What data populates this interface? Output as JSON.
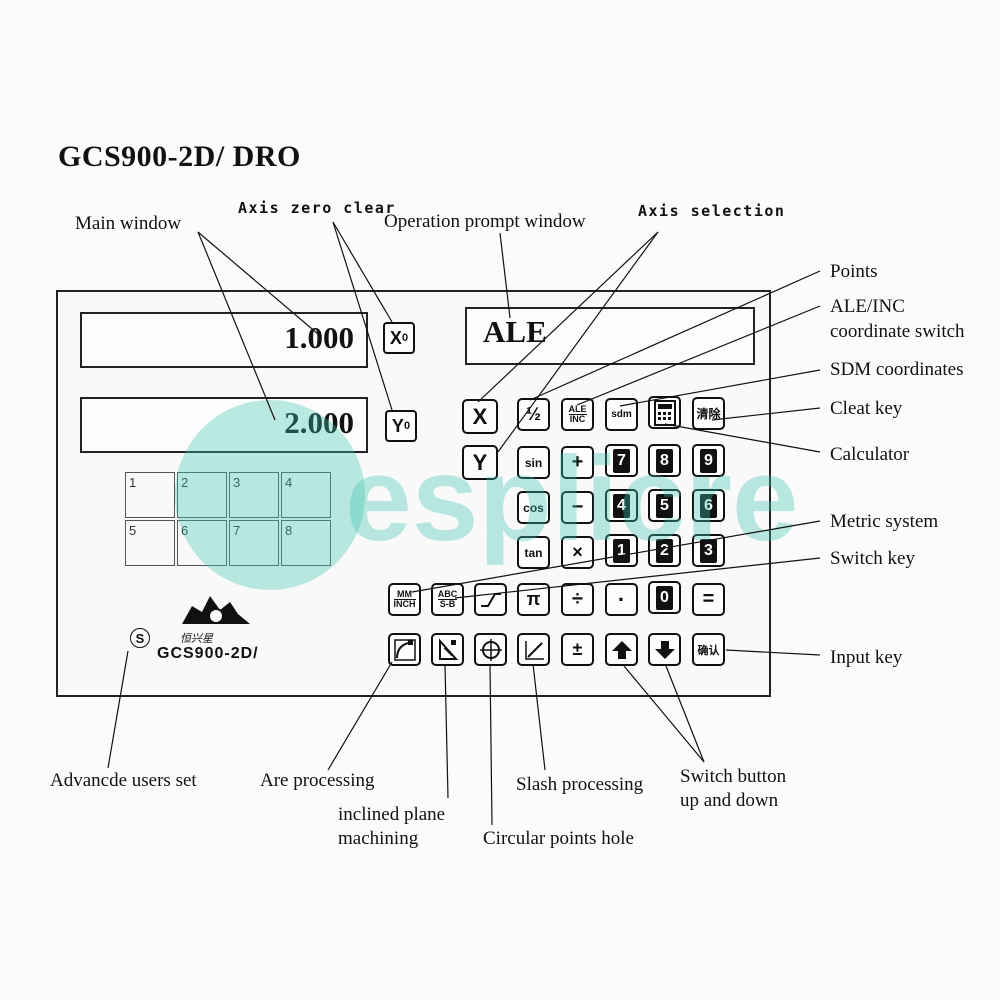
{
  "title": "GCS900-2D/ DRO",
  "callouts": {
    "main_window": "Main window",
    "axis_zero_clear": "Axis zero clear",
    "operation_prompt": "Operation prompt window",
    "axis_selection": "Axis selection",
    "points": "Points",
    "ale_inc_1": "ALE/INC",
    "ale_inc_2": "coordinate switch",
    "sdm": "SDM coordinates",
    "cleat": "Cleat key",
    "calculator": "Calculator",
    "metric": "Metric system",
    "switch_key": "Switch key",
    "input_key": "Input key",
    "advanced": "Advancde users set",
    "arc": "Are processing",
    "inclined_1": "inclined plane",
    "inclined_2": "machining",
    "circular": "Circular points hole",
    "slash": "Slash processing",
    "switch_btn_1": "Switch button",
    "switch_btn_2": "up and down"
  },
  "display": {
    "x_value": "1.000",
    "y_value": "2.000",
    "prompt": "ALE"
  },
  "zero_keys": {
    "x": "X",
    "x_sub": "0",
    "y": "Y",
    "y_sub": "0"
  },
  "axis_keys": {
    "x": "X",
    "y": "Y"
  },
  "keys": {
    "half": "½",
    "ale_inc_top": "ALE",
    "ale_inc_bottom": "INC",
    "sdm": "sdm",
    "clear": "清除",
    "sin": "sin",
    "cos": "cos",
    "tan": "tan",
    "plus": "+",
    "minus": "−",
    "times": "×",
    "divide": "÷",
    "dot": "·",
    "equals": "=",
    "pi": "π",
    "plusminus": "±",
    "confirm": "确认",
    "mm_top": "MM",
    "mm_bottom": "INCH",
    "abc_top": "ABC",
    "abc_bottom": "S-B",
    "d7": "7",
    "d8": "8",
    "d9": "9",
    "d4": "4",
    "d5": "5",
    "d6": "6",
    "d1": "1",
    "d2": "2",
    "d3": "3",
    "d0": "0"
  },
  "panel": {
    "grid": [
      "1",
      "2",
      "3",
      "4",
      "5",
      "6",
      "7",
      "8"
    ],
    "logo_caption": "恒兴星",
    "model": "GCS900-2D/",
    "s_badge": "S"
  },
  "watermark": "esplicre",
  "colors": {
    "watermark": "#3cc5b0",
    "ink": "#111111"
  }
}
